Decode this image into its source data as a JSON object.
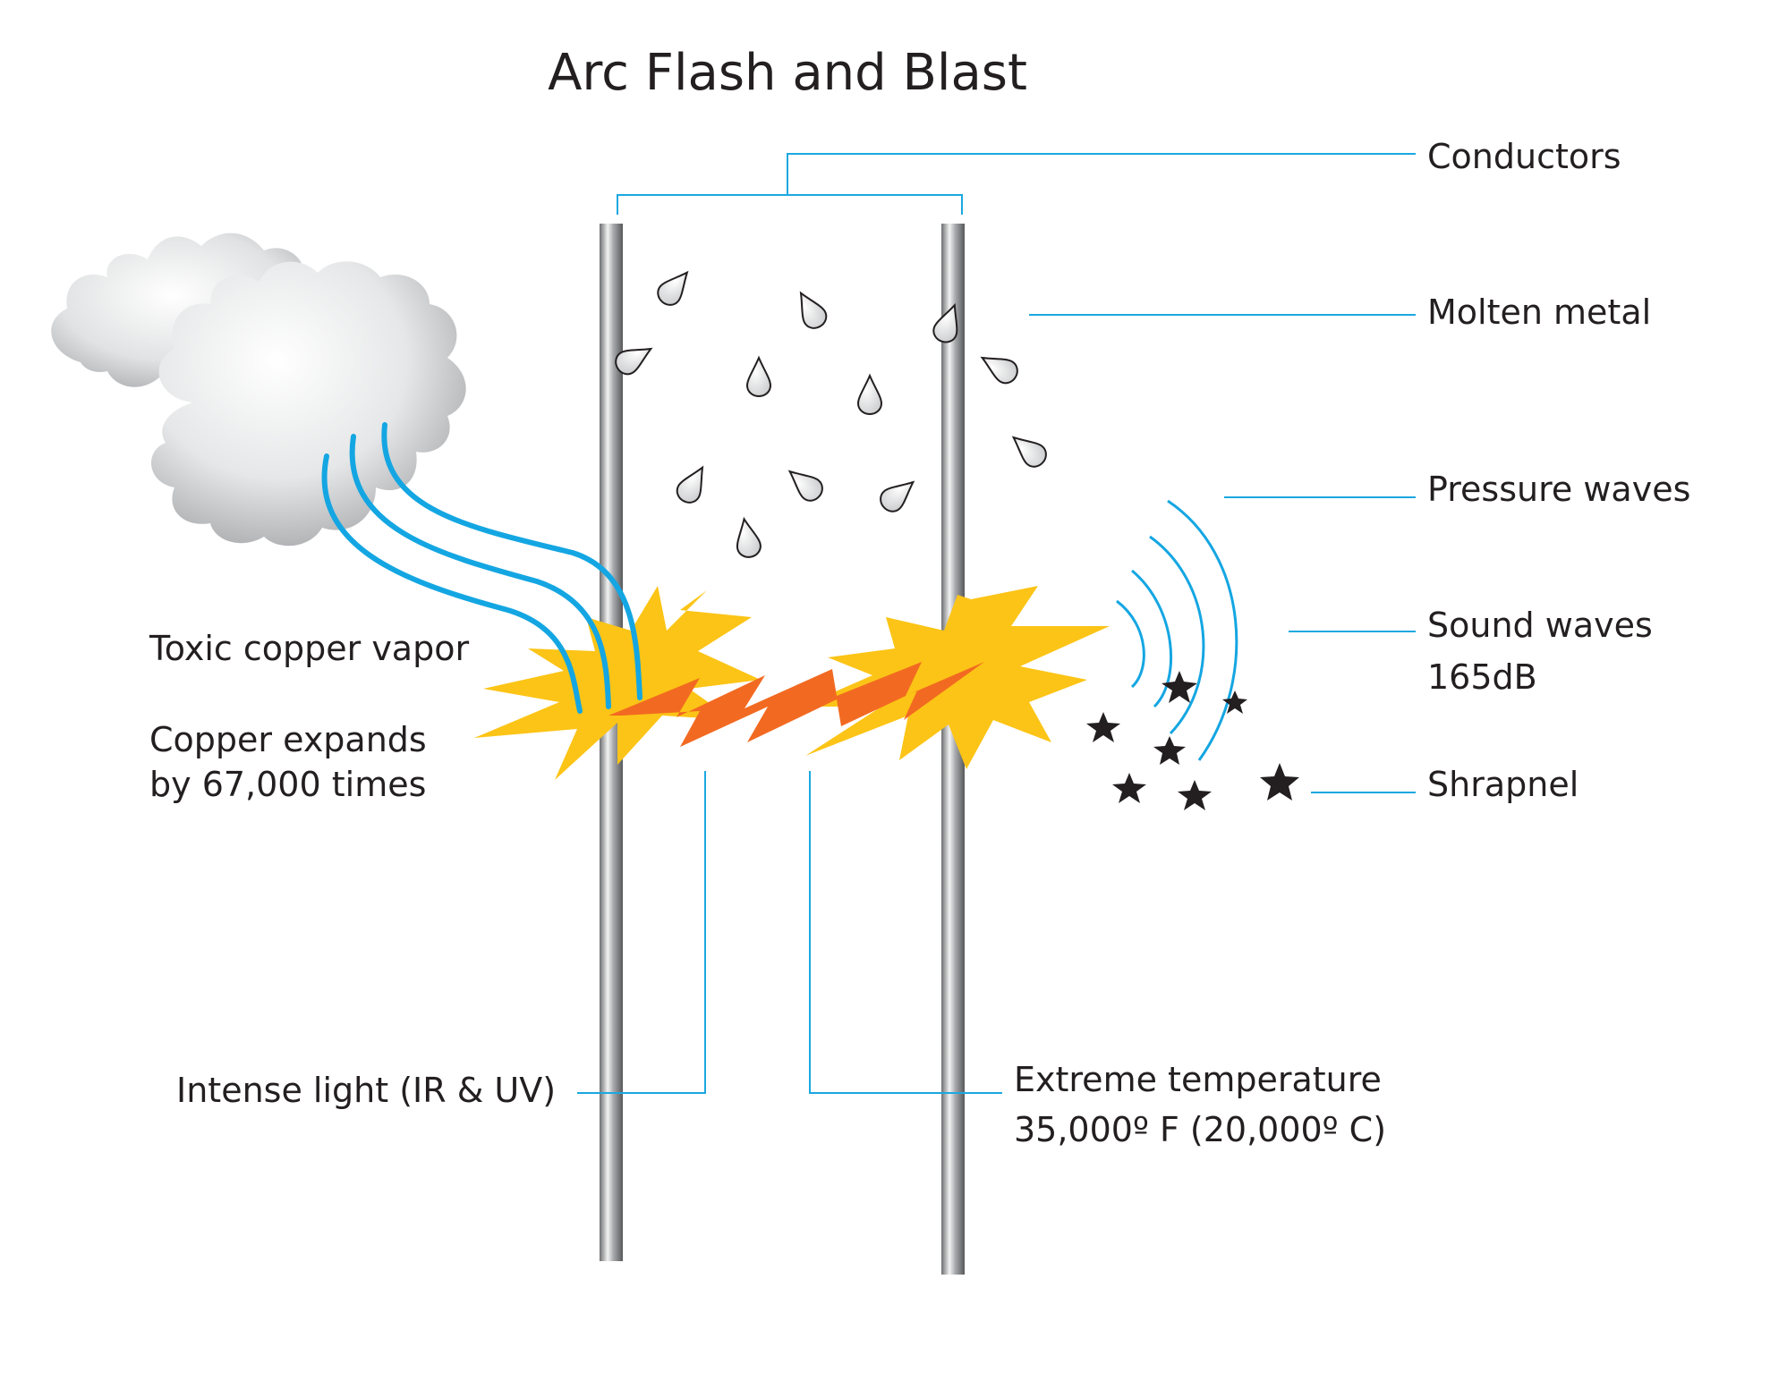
{
  "title": "Arc Flash and Blast",
  "labels": {
    "conductors": "Conductors",
    "molten_metal": "Molten metal",
    "pressure_waves": "Pressure waves",
    "sound_waves_line1": "Sound waves",
    "sound_waves_line2": "165dB",
    "shrapnel": "Shrapnel",
    "toxic_vapor": "Toxic copper vapor",
    "copper_expands_line1": "Copper expands",
    "copper_expands_line2": "by 67,000 times",
    "intense_light": "Intense light (IR & UV)",
    "extreme_temp_line1": "Extreme temperature",
    "extreme_temp_line2": "35,000º F  (20,000º C)"
  },
  "colors": {
    "leader_line": "#1ba8e0",
    "vapor_line": "#14a6e2",
    "flash_yellow": "#fcc416",
    "arc_orange": "#f26a21",
    "conductor_gray": "#8a8a8a",
    "droplet_fill": "#e9e9ea",
    "shrapnel": "#231f20"
  }
}
